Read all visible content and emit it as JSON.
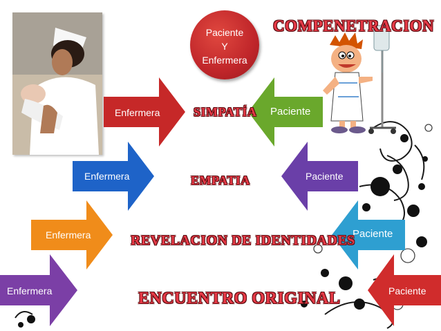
{
  "center_circle": {
    "lines": [
      "Paciente",
      "Y",
      "Enfermera"
    ],
    "color": "#c0262a"
  },
  "stages": [
    {
      "label": "COMPENETRACION",
      "color": "#e63946"
    },
    {
      "label": "SIMPATÍA",
      "color": "#e63946"
    },
    {
      "label": "EMPATIA",
      "color": "#e63946"
    },
    {
      "label": "REVELACION DE IDENTIDADES",
      "color": "#e63946"
    },
    {
      "label": "ENCUENTRO ORIGINAL",
      "color": "#e63946"
    }
  ],
  "arrows_left": [
    {
      "label": "Enfermera",
      "color": "#c62828"
    },
    {
      "label": "Enfermera",
      "color": "#1e63c8"
    },
    {
      "label": "Enfermera",
      "color": "#f08c1a"
    },
    {
      "label": "Enfermera",
      "color": "#7b3fa6"
    }
  ],
  "arrows_right": [
    {
      "label": "Paciente",
      "color": "#6aa82c"
    },
    {
      "label": "Paciente",
      "color": "#6a3fa8"
    },
    {
      "label": "Paciente",
      "color": "#2e9fd1"
    },
    {
      "label": "Paciente",
      "color": "#d02c2c"
    }
  ],
  "images": [
    {
      "name": "nurse-holding-baby-photo"
    },
    {
      "name": "cartoon-patient-with-iv-stand"
    },
    {
      "name": "decorative-swirl-ornaments"
    }
  ]
}
